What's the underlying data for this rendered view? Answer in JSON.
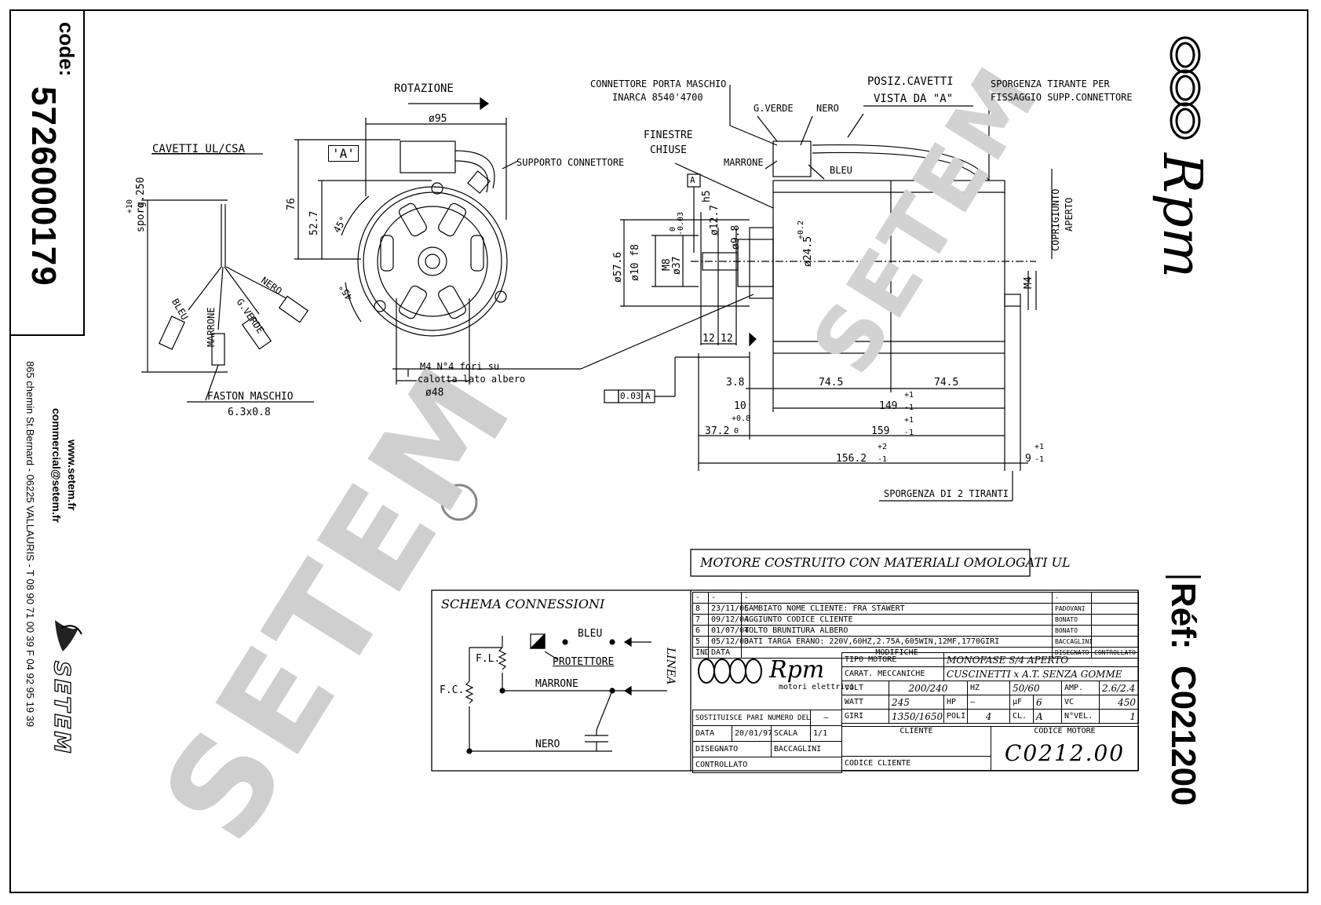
{
  "left_panel": {
    "code_label": "code:",
    "code_value": "5726000179",
    "address": "865 chemin St.Bernard - 06225 VALLAURIS - T 08 90 71 00 39  F 04 92 95 19 39",
    "email": "commercial@setem.fr",
    "website": "www.setem.fr",
    "brand": "SETEM"
  },
  "watermark": "SETEM",
  "right_panel": {
    "logo_text": "Rpm",
    "ref_label": "Réf:",
    "ref_value": "C021200"
  },
  "drawing": {
    "cables_title": "CAVETTI UL/CSA",
    "cable_length": "sporg.250",
    "cable_tol_top": "+10",
    "cable_tol_bot": "0",
    "wire_bleu": "BLEU",
    "wire_marrone": "MARRONE",
    "wire_nero": "NERO",
    "wire_gverde": "G.VERDE",
    "faston_title": "FASTON MASCHIO",
    "faston_size": "6.3x0.8",
    "rotation": "ROTAZIONE",
    "view_a": "'A'",
    "supporto": "SUPPORTO CONNETTORE",
    "holes_note_1": "M4 N°4 fori su",
    "holes_note_2": "calotta lato albero",
    "dia_95": "ø95",
    "dia_48": "ø48",
    "dim_76": "76",
    "dim_52_7": "52.7",
    "angle_45a": "45°",
    "angle_45b": "45°",
    "connettore_1": "CONNETTORE PORTA MASCHIO",
    "connettore_2": "INARCA 8540'4700",
    "posiz_1": "POSIZ.CAVETTI",
    "posiz_2": "VISTA DA \"A\"",
    "sporgenza_1": "SPORGENZA TIRANTE PER",
    "sporgenza_2": "FISSAGGIO SUPP.CONNETTORE",
    "finestre_1": "FINESTRE",
    "finestre_2": "CHIUSE",
    "gverde": "G.VERDE",
    "nero": "NERO",
    "marrone": "MARRONE",
    "bleu": "BLEU",
    "coprigiunto_1": "COPRIGIUNTO",
    "coprigiunto_2": "APERTO",
    "datum_a": "A",
    "h5": "h5",
    "d12_7": "ø12.7",
    "d9_8": "ø9.8",
    "d57_6": "ø57.6",
    "d10f8": "ø10 f8",
    "d37": "ø37",
    "m8": "M8",
    "d24_5": "ø24.5",
    "tol_0": "0",
    "tol_003": "-0.03",
    "tol_02": "+0.2",
    "m4": "M4",
    "d12a": "12",
    "d12b": "12",
    "tolerance_frame": "0.03",
    "d3_8": "3.8",
    "d74_5a": "74.5",
    "d74_5b": "74.5",
    "d10": "10",
    "d149": "149",
    "d149_tol_p": "+1",
    "d149_tol_m": "-1",
    "d37_2": "37.2",
    "d37_2_tol_p": "+0.8",
    "d37_2_tol_m": "0",
    "d159": "159",
    "d159_tol_p": "+1",
    "d159_tol_m": "-1",
    "d156_2": "156.2",
    "d156_2_tol_p": "+2",
    "d156_2_tol_m": "-1",
    "d9": "9",
    "d9_tol_p": "+1",
    "d9_tol_m": "-1",
    "sporgenza_tiranti": "SPORGENZA DI 2 TIRANTI",
    "ul_note": "MOTORE COSTRUITO CON MATERIALI OMOLOGATI UL"
  },
  "schema": {
    "title": "SCHEMA CONNESSIONI",
    "fl": "F.L.",
    "fc": "F.C.",
    "protettore": "PROTETTORE",
    "bleu": "BLEU",
    "marrone": "MARRONE",
    "nero": "NERO",
    "linea": "LINEA"
  },
  "title_block": {
    "revisions": [
      {
        "ind": "-",
        "data": "-",
        "text": "-",
        "sign": "-"
      },
      {
        "ind": "8",
        "data": "23/11/05",
        "text": "CAMBIATO NOME CLIENTE: FRA STAWERT",
        "sign": "PADOVANI"
      },
      {
        "ind": "7",
        "data": "09/12/04",
        "text": "AGGIUNTO CODICE CLIENTE",
        "sign": "BONATO"
      },
      {
        "ind": "6",
        "data": "01/07/04",
        "text": "TOLTO BRUNITURA ALBERO",
        "sign": "BONATO"
      },
      {
        "ind": "5",
        "data": "05/12/03",
        "text": "DATI TARGA ERANO: 220V,60HZ,2.75A,605WIN,12MF,1770GIRI",
        "sign": "BACCAGLINI"
      }
    ],
    "hdr_ind": "IND",
    "hdr_data": "DATA",
    "hdr_modifiche": "MODIFICHE",
    "hdr_disegnato": "DISEGNATO",
    "hdr_controllato": "CONTROLLATO",
    "logo": "Rpm",
    "logo_sub": "motori elettrici",
    "tipo_motore_label": "TIPO MOTORE",
    "tipo_motore": "MONOFASE S/4 APERTO",
    "carat_label": "CARAT. MECCANICHE",
    "carat": "CUSCINETTI x A.T. SENZA GOMME",
    "volt_label": "VOLT",
    "volt": "200/240",
    "hz_label": "HZ",
    "hz": "50/60",
    "amp_label": "AMP.",
    "amp": "2.6/2.4",
    "watt_label": "WATT",
    "watt": "245",
    "hp_label": "HP",
    "hp": "—",
    "uf_label": "µF",
    "uf": "6",
    "vc_label": "VC",
    "vc": "450",
    "sostituisce": "SOSTITUISCE PARI NUMERO DEL",
    "sostituisce_val": "—",
    "giri_label": "GIRI",
    "giri": "1350/1650",
    "poli_label": "POLI",
    "poli": "4",
    "cl_label": "CL.",
    "cl": "A",
    "nvel_label": "N°VEL.",
    "nvel": "1",
    "data_label": "DATA",
    "data_val": "20/01/97",
    "scala_label": "SCALA",
    "scala_val": "1/1",
    "cliente_label": "CLIENTE",
    "codice_motore_label": "CODICE MOTORE",
    "codice_motore": "C0212.00",
    "disegnato_label": "DISEGNATO",
    "disegnato_val": "BACCAGLINI",
    "controllato_label": "CONTROLLATO",
    "codice_cliente_label": "CODICE CLIENTE"
  }
}
